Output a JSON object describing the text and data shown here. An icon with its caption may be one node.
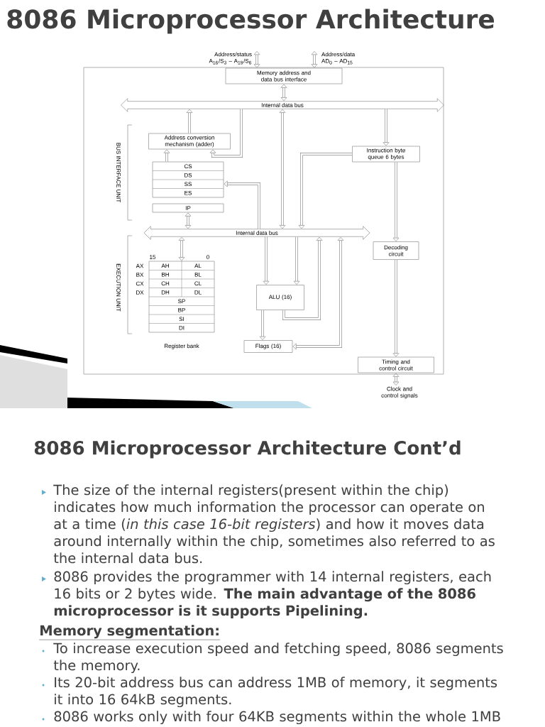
{
  "diagram": {
    "title": "8086 Microprocessor Architecture",
    "nodes": [
      {
        "text": [
          "Address/status A$_{16}$/S$_{3}$ – A$_{19}$/S$_{6}$"
        ]
      },
      {
        "text": [
          "Address/data AD$_{0}$ – AD$_{15}$"
        ]
      },
      {
        "text": [
          "Memory address and data bus interface"
        ]
      },
      {
        "text": [
          "Internal data bus"
        ]
      },
      {
        "text": [
          "Address conversion mechanism (adder)"
        ]
      },
      {
        "text": [
          "Instruction byte queue 6 bytes"
        ]
      },
      {
        "text": [
          "CS",
          "DS",
          "SS",
          "ES"
        ]
      },
      {
        "text": [
          "IP"
        ]
      },
      {
        "text": [
          "Internal data bus"
        ]
      },
      {
        "text": [
          "Decoding circuit"
        ]
      },
      {
        "text": [
          "AH",
          "AL",
          "BH",
          "BL",
          "CH",
          "CL",
          "DH",
          "DL",
          "SP",
          "BP",
          "SI",
          "DI"
        ],
        "beside": [
          "Register bank"
        ]
      },
      {
        "text": [
          "ALU (16)"
        ]
      },
      {
        "text": [
          "Flags (16)"
        ]
      },
      {
        "text": [
          "Timing and control circuit"
        ]
      },
      {
        "text": [
          "Clock and control signals"
        ]
      }
    ],
    "edges": [
      {
        "from": 0,
        "to": 2,
        "arrow": "both"
      },
      {
        "from": 1,
        "to": 2,
        "arrow": "both"
      },
      {
        "from": 2,
        "to": 3,
        "arrow": "both"
      },
      {
        "from": 4,
        "to": 3,
        "arrow": "to"
      },
      {
        "from": 3,
        "to": 4,
        "arrow": "to"
      },
      {
        "from": 6,
        "to": 4,
        "arrow": "to"
      },
      {
        "from": 3,
        "to": 5,
        "arrow": "to"
      },
      {
        "from": 8,
        "to": 6,
        "arrow": "to"
      },
      {
        "from": 7,
        "to": 8,
        "arrow": "both"
      },
      {
        "from": 3,
        "to": 8,
        "arrow": "both"
      },
      {
        "from": 5,
        "to": 8,
        "arrow": "to"
      },
      {
        "from": 5,
        "to": 9,
        "arrow": "to"
      },
      {
        "from": 8,
        "to": 10,
        "arrow": "both"
      },
      {
        "from": 8,
        "to": 11,
        "arrow": "to"
      },
      {
        "from": 8,
        "to": 11,
        "arrow": "to"
      },
      {
        "from": 11,
        "to": 8,
        "arrow": "to"
      },
      {
        "from": 8,
        "to": 12,
        "arrow": "both"
      },
      {
        "from": 11,
        "to": 12,
        "arrow": "to"
      },
      {
        "from": 9,
        "to": 13,
        "arrow": "to"
      },
      {
        "from": 13,
        "to": 14,
        "arrow": "both"
      }
    ],
    "labels": [
      "BUS INTERFACE UNIT",
      "EXECUTION UNIT",
      "15",
      "0",
      "AX",
      "BX",
      "CX",
      "DX",
      "8086 Microprocessor Architecture Cont’d",
      "The size of the internal registers(present within the chip) indicates how much information the processor can operate on at a time (*in this case 16-bit registers*) and how it moves data around internally within the chip, sometimes also referred to as the internal data bus.",
      "8086 provides the programmer with 14 internal registers, each 16 bits or 2 bytes wide. **The main advantage of the 8086 microprocessor is it supports Pipelining.**",
      "Memory segmentation:",
      "To increase execution speed and fetching speed, 8086 segments the memory.",
      "Its 20-bit address bus can address 1MB of memory, it segments it into 16 64kB segments.",
      "8086 works only with four 64KB segments within the whole 1MB"
    ]
  }
}
